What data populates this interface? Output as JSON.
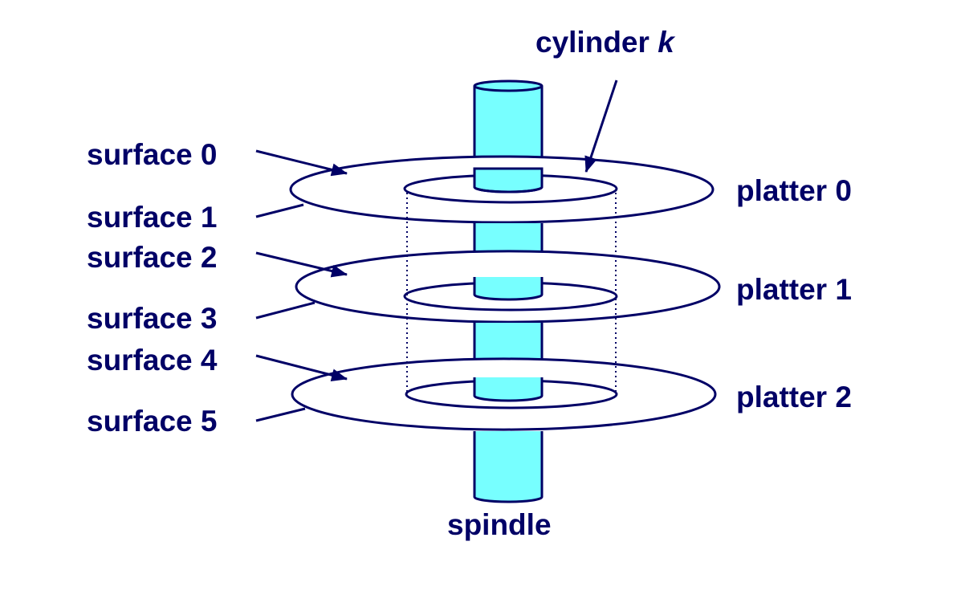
{
  "diagram": {
    "title": "Disk geometry: platters, surfaces, spindle and cylinder",
    "colors": {
      "ink": "#000066",
      "spindle_fill": "#77ffff",
      "background": "#ffffff"
    },
    "cylinder_label": {
      "prefix": "cylinder ",
      "var": "k"
    },
    "spindle_label": "spindle",
    "surfaces": [
      "surface 0",
      "surface 1",
      "surface 2",
      "surface 3",
      "surface 4",
      "surface 5"
    ],
    "platters": [
      "platter 0",
      "platter 1",
      "platter 2"
    ]
  }
}
